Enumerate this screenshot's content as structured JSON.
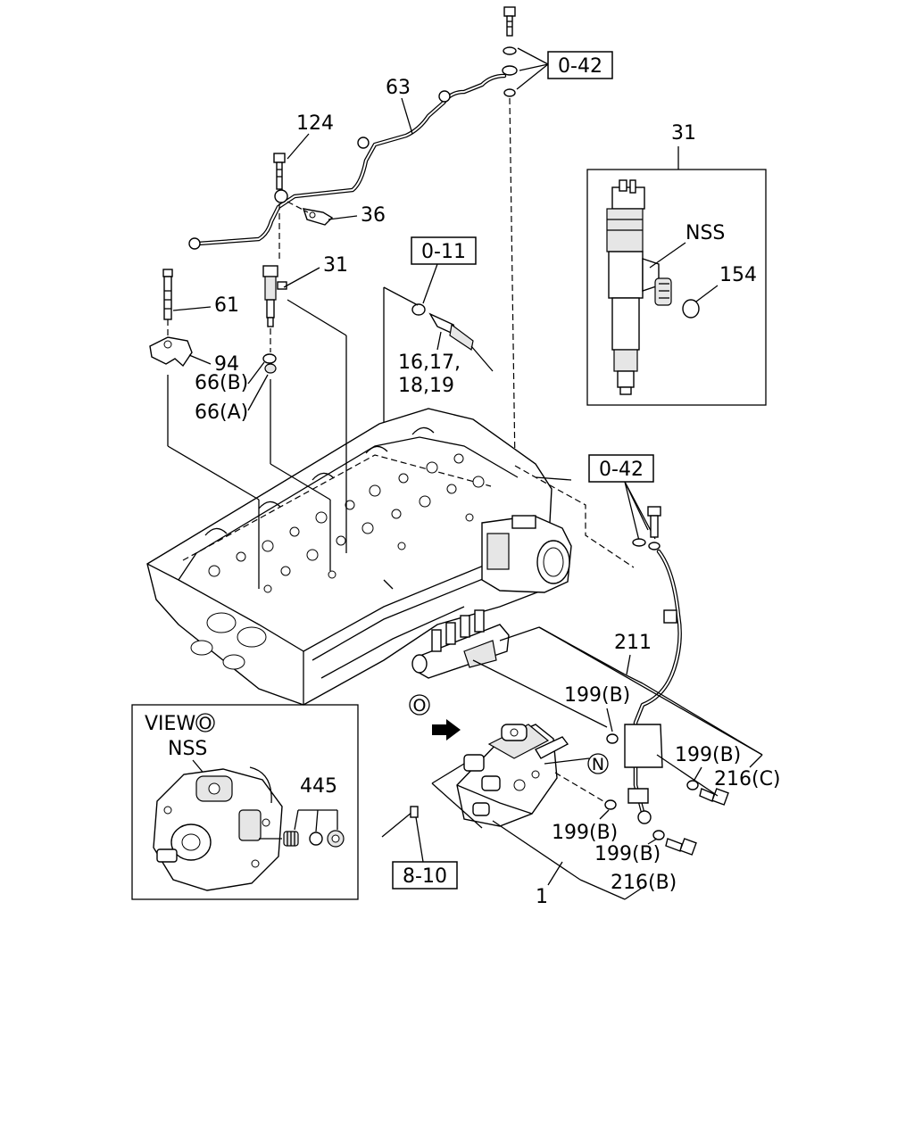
{
  "callouts": {
    "c63": "63",
    "c124": "124",
    "c36": "36",
    "c31_top": "31",
    "c61": "61",
    "c94": "94",
    "c66b": "66(B)",
    "c66a": "66(A)",
    "c16_line1": "16,17,",
    "c16_line2": "18,19",
    "c31_inset": "31",
    "nss_inset": "NSS",
    "c154": "154",
    "c211": "211",
    "c199b_1": "199(B)",
    "c199b_2": "199(B)",
    "c199b_3": "199(B)",
    "c199b_4": "199(B)",
    "c216c": "216(C)",
    "c216b": "216(B)",
    "c1": "1",
    "c445": "445",
    "view_label": "VIEW",
    "view_marker": "O",
    "view_nss": "NSS",
    "marker_o": "O",
    "marker_n": "N"
  },
  "refs": {
    "ref_042_top": "0-42",
    "ref_011": "0-11",
    "ref_042_mid": "0-42",
    "ref_810": "8-10"
  }
}
